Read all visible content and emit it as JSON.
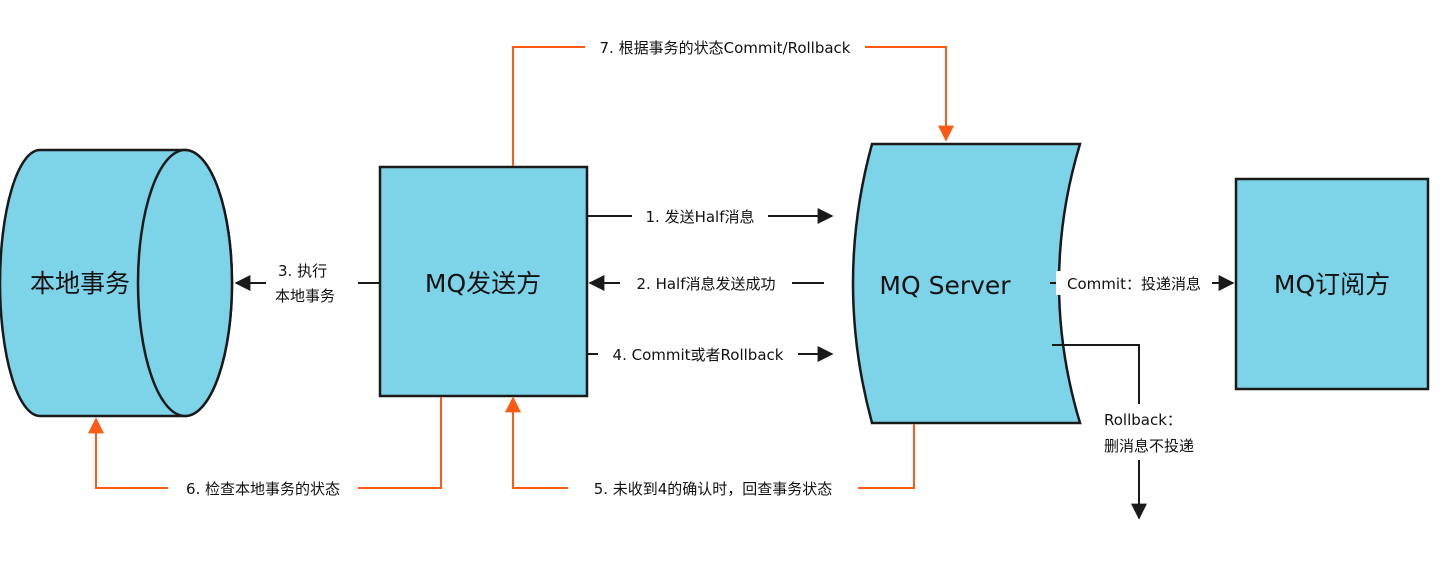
{
  "colors": {
    "node_fill": "#7dd3e8",
    "node_stroke": "#1a1a1a",
    "arrow_black": "#1a1a1a",
    "arrow_orange": "#ff5a14"
  },
  "nodes": {
    "local_transaction": "本地事务",
    "mq_producer": "MQ发送方",
    "mq_server": "MQ Server",
    "mq_subscriber": "MQ订阅方"
  },
  "edges": {
    "step1": "1. 发送Half消息",
    "step2": "2. Half消息发送成功",
    "step3_line1": "3. 执行",
    "step3_line2": "本地事务",
    "step4": "4. Commit或者Rollback",
    "step5": "5. 未收到4的确认时，回查事务状态",
    "step6": "6. 检查本地事务的状态",
    "step7": "7. 根据事务的状态Commit/Rollback",
    "commit": "Commit：投递消息",
    "rollback_line1": "Rollback：",
    "rollback_line2": "删消息不投递"
  }
}
